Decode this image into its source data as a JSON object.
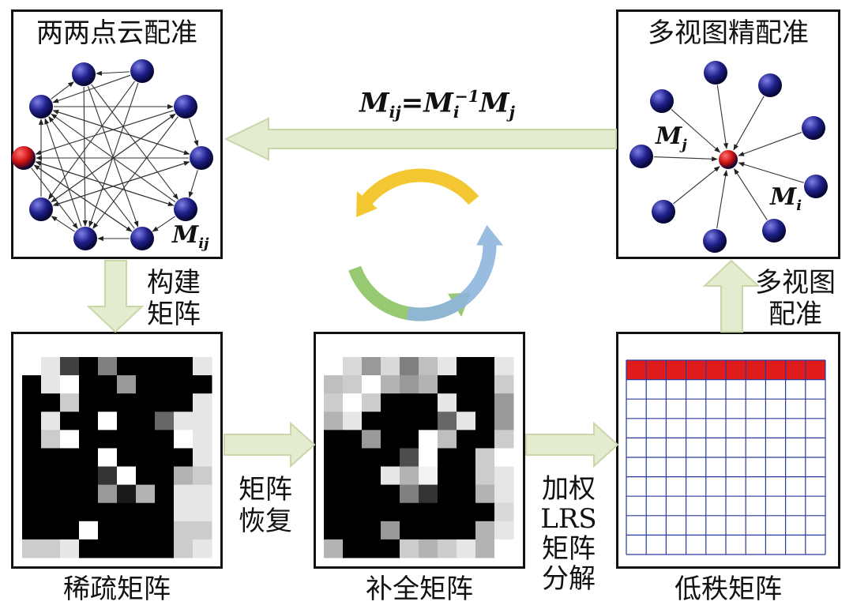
{
  "panels": {
    "pairwise_title": "两两点云配准",
    "multiview_title": "多视图精配准",
    "sparse_label": "稀疏矩阵",
    "completed_label": "补全矩阵",
    "lowrank_label": "低秩矩阵"
  },
  "steps": {
    "build_matrix": [
      "构建",
      "矩阵"
    ],
    "matrix_recovery": [
      "矩阵",
      "恢复"
    ],
    "weighted_lrs": [
      "加权",
      "LRS",
      "矩阵",
      "分解"
    ],
    "multiview_reg": [
      "多视图",
      "配准"
    ]
  },
  "math": {
    "top_formula": {
      "lhs": "M",
      "lhs_sub": "ij",
      "eq": "=",
      "mi": "M",
      "mi_sub": "i",
      "mi_sup": "−1",
      "mj": "M",
      "mj_sub": "j"
    },
    "mij_label": {
      "base": "M",
      "sub": "ij"
    },
    "mj_label": {
      "base": "M",
      "sub": "j"
    },
    "mi_label": {
      "base": "M",
      "sub": "i"
    }
  },
  "colors": {
    "node_blue": "#1f1f8a",
    "node_red": "#cc1111",
    "arrow_fill": "#e4ecd0",
    "arrow_stroke": "#c9d6a8",
    "cycle_yellow": "#f2c21b",
    "cycle_blue": "#8fb6de",
    "cycle_green": "#8cc463",
    "grid_line": "#2a3a9a",
    "grid_top": "#e01b1b"
  },
  "sparse_matrix": [
    [
      1,
      0.9,
      0.25,
      0,
      0.5,
      0,
      0,
      0,
      0,
      0.9
    ],
    [
      0,
      0.9,
      1,
      0,
      0,
      0.6,
      0,
      0,
      0,
      0
    ],
    [
      0,
      0,
      0.8,
      0,
      0,
      0,
      0,
      0,
      0,
      0.9
    ],
    [
      0,
      0.9,
      0,
      0,
      1,
      0,
      0,
      0.4,
      0.9,
      0.9
    ],
    [
      0,
      0.8,
      1,
      0,
      0,
      0,
      0,
      0,
      1,
      0.9
    ],
    [
      0,
      0,
      0,
      0,
      1,
      0,
      0,
      0,
      0,
      0.9
    ],
    [
      0,
      0,
      0,
      0,
      0.2,
      1,
      0,
      0,
      0.7,
      0.8
    ],
    [
      0,
      0,
      0,
      0,
      0.6,
      0.1,
      0.7,
      0,
      0.9,
      0.9
    ],
    [
      0,
      0,
      0,
      0,
      0,
      0,
      0,
      0,
      0.9,
      0.9
    ],
    [
      0,
      0,
      0,
      1,
      0,
      0,
      0,
      0,
      0.8,
      0.8
    ],
    [
      0.8,
      0.8,
      0.9,
      0,
      0,
      0,
      0,
      0,
      0.8,
      0.9
    ]
  ],
  "completed_matrix": [
    [
      1,
      0.85,
      0.6,
      0.85,
      0.5,
      0.75,
      0.9,
      0,
      0,
      0.9
    ],
    [
      0.75,
      0.8,
      1,
      0.7,
      0.6,
      0.7,
      0,
      0,
      0,
      0.8
    ],
    [
      0.8,
      1,
      0.8,
      0,
      0,
      0,
      0.9,
      0,
      0,
      0.6
    ],
    [
      0.7,
      0.9,
      0,
      0,
      0,
      0,
      0.4,
      0.9,
      0,
      0.6
    ],
    [
      0,
      0,
      0.6,
      0,
      0,
      1,
      0.75,
      0,
      0,
      0.8
    ],
    [
      0,
      0,
      0,
      0,
      0.3,
      1,
      0,
      0,
      0.8,
      1
    ],
    [
      0,
      0,
      0,
      0.9,
      0.7,
      0.95,
      0,
      0,
      0.8,
      0.9
    ],
    [
      0,
      0,
      0,
      0,
      0.5,
      0.2,
      0,
      0,
      0.7,
      0.9
    ],
    [
      0,
      0,
      0,
      0,
      0,
      0,
      0,
      0,
      0,
      0.85
    ],
    [
      0,
      0,
      0,
      0.6,
      0,
      0,
      0,
      0,
      0.7,
      0.9
    ],
    [
      0.7,
      0,
      0,
      0,
      0.8,
      0.7,
      0.8,
      0.9,
      0.7,
      1
    ]
  ]
}
